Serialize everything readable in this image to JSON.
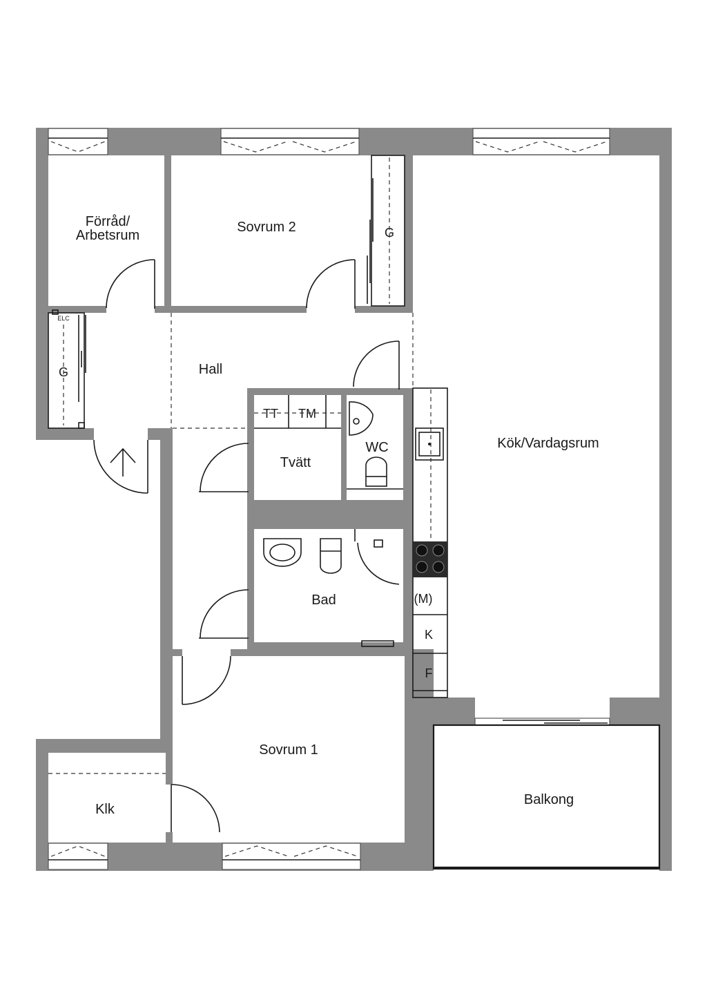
{
  "rooms": {
    "forrad_line1": "Förråd/",
    "forrad_line2": "Arbetsrum",
    "sovrum2": "Sovrum 2",
    "hall": "Hall",
    "kok": "Kök/Vardagsrum",
    "tvatt": "Tvätt",
    "wc": "WC",
    "bad": "Bad",
    "sovrum1": "Sovrum 1",
    "klk": "Klk",
    "balkong": "Balkong"
  },
  "fixtures": {
    "wardrobe_top": "G",
    "wardrobe_hall": "G",
    "elc": "ELC",
    "tt": "TT",
    "tm": "TM",
    "microwave": "(M)",
    "fridge": "K",
    "freezer": "F"
  },
  "colors": {
    "wall": "#8a8a8a",
    "line": "#1a1a1a",
    "background": "#ffffff"
  }
}
